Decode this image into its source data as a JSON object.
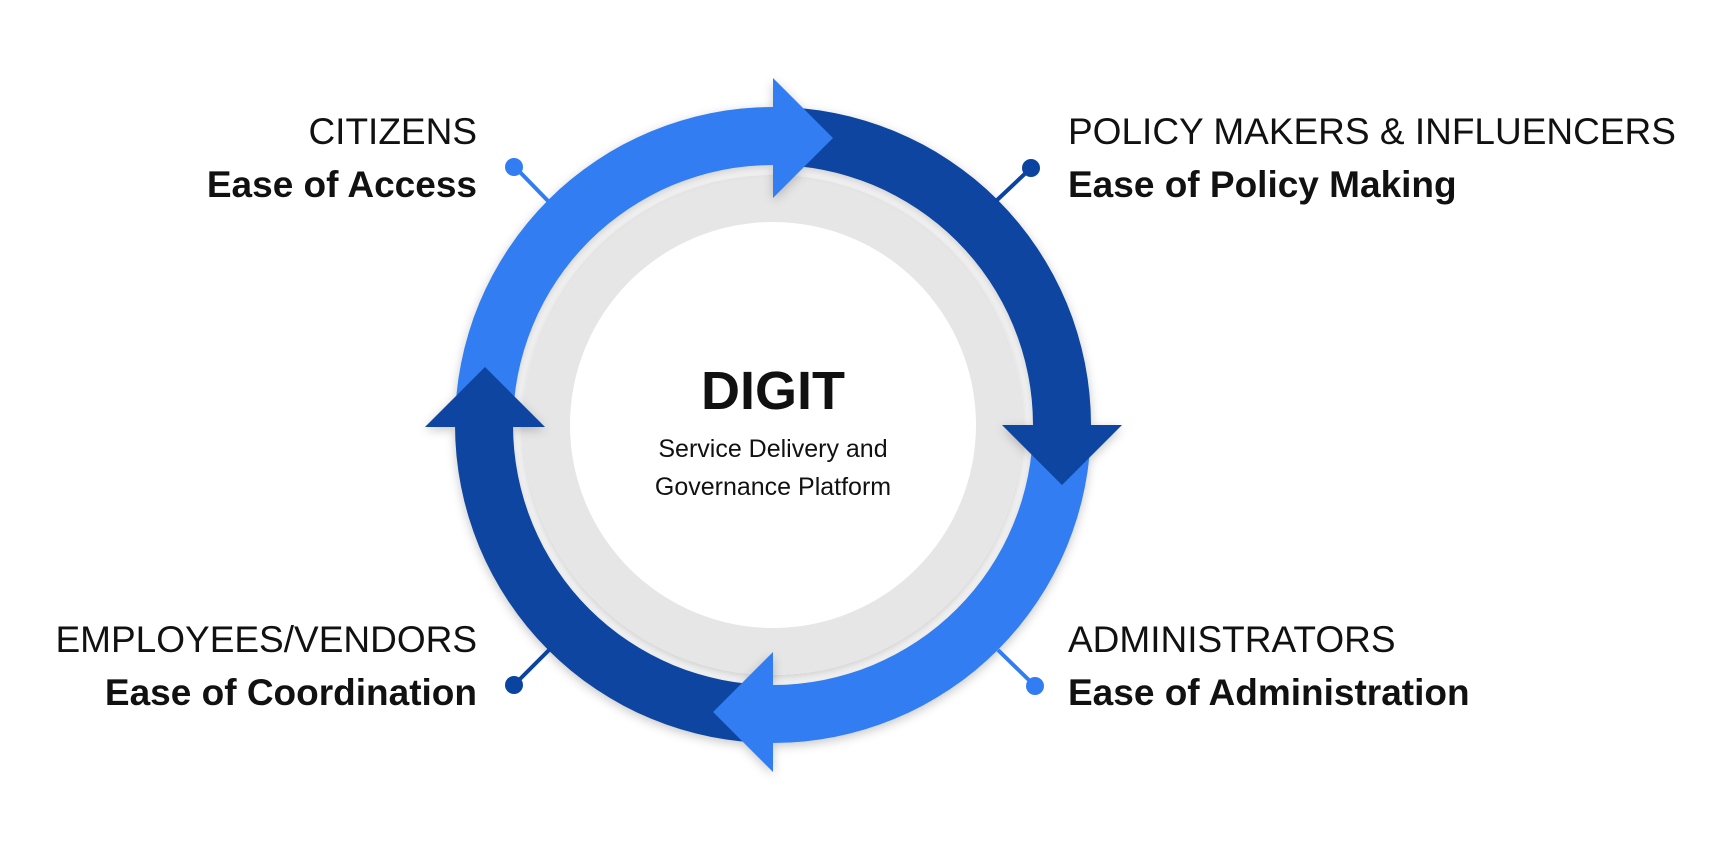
{
  "center": {
    "title": "DIGIT",
    "subtitle_line1": "Service Delivery and",
    "subtitle_line2": "Governance Platform"
  },
  "quadrants": {
    "top_left": {
      "group": "CITIZENS",
      "benefit": "Ease of Access"
    },
    "top_right": {
      "group": "POLICY MAKERS & INFLUENCERS",
      "benefit": "Ease of Policy Making"
    },
    "bottom_right": {
      "group": "ADMINISTRATORS",
      "benefit": "Ease of Administration"
    },
    "bottom_left": {
      "group": "EMPLOYEES/VENDORS",
      "benefit": "Ease of Coordination"
    }
  },
  "colors": {
    "light_blue": "#327DF2",
    "dark_blue": "#0A44A0",
    "inner_ring": "#E6E6E6",
    "text": "#111111"
  }
}
